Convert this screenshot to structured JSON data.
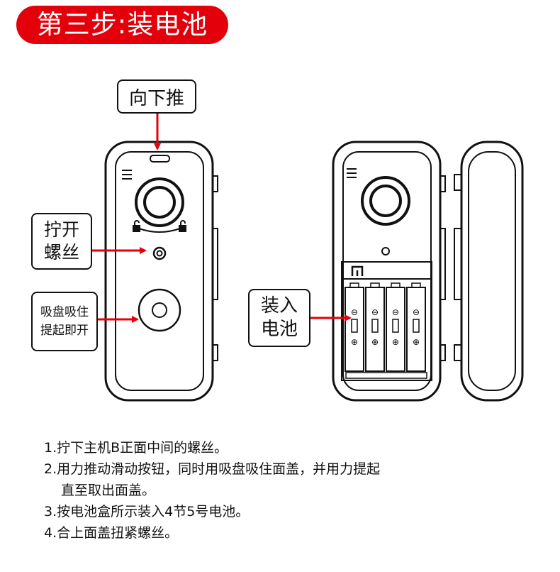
{
  "title": "第三步:装电池",
  "callouts": {
    "push_down": "向下推",
    "unscrew": [
      "拧开",
      "螺丝"
    ],
    "suction": [
      "吸盘吸住",
      "提起即开"
    ],
    "install_battery": [
      "装入",
      "电池"
    ]
  },
  "steps": [
    {
      "text": "1.拧下主机B正面中间的螺丝。"
    },
    {
      "text": "2.用力推动滑动按钮，同时用吸盘吸住面盖，并用力提起",
      "cont": "直至取出面盖。"
    },
    {
      "text": "3.按电池盒所示装入4节5号电池。"
    },
    {
      "text": "4.合上面盖扭紧螺丝。"
    }
  ],
  "colors": {
    "accent": "#e3000b",
    "line": "#111111"
  },
  "battery_polarity": {
    "top": "⊖",
    "bottom": "⊕"
  }
}
